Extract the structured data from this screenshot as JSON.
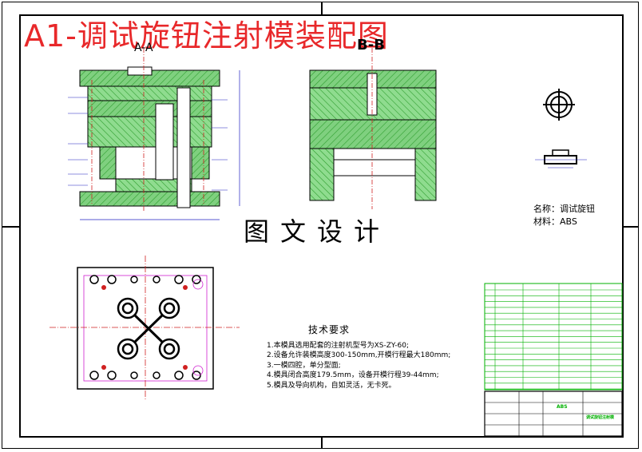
{
  "title": "A1-调试旋钮注射模装配图",
  "section_labels": {
    "a_a": "A-A",
    "b_b": "B-B"
  },
  "watermark": "图文设计",
  "part_info": {
    "name_line": "名称：调试旋钮",
    "material_line": "材料：ABS"
  },
  "tech_requirements": {
    "title": "技术要求",
    "items": [
      "1.本模具选用配套的注射机型号为XS-ZY-60;",
      "2.设备允许装模高度300-150mm,开模行程最大180mm;",
      "3.一模四腔，单分型面;",
      "4.模具闭合高度179.5mm，设备开模行程39-44mm;",
      "5.模具及导向机构，自如灵活，无卡死。"
    ]
  },
  "title_block": {
    "material_cell": "ABS",
    "drawing_title_cell": "调试旋钮注射模"
  },
  "colors": {
    "title_red": "#e8282a",
    "plate_green": "#7fd07f",
    "hatch_green": "#2e9e2e",
    "dim_blue": "#2020c0",
    "center_red": "#d02020",
    "magenta": "#d020d0",
    "table_green": "#00b000"
  }
}
